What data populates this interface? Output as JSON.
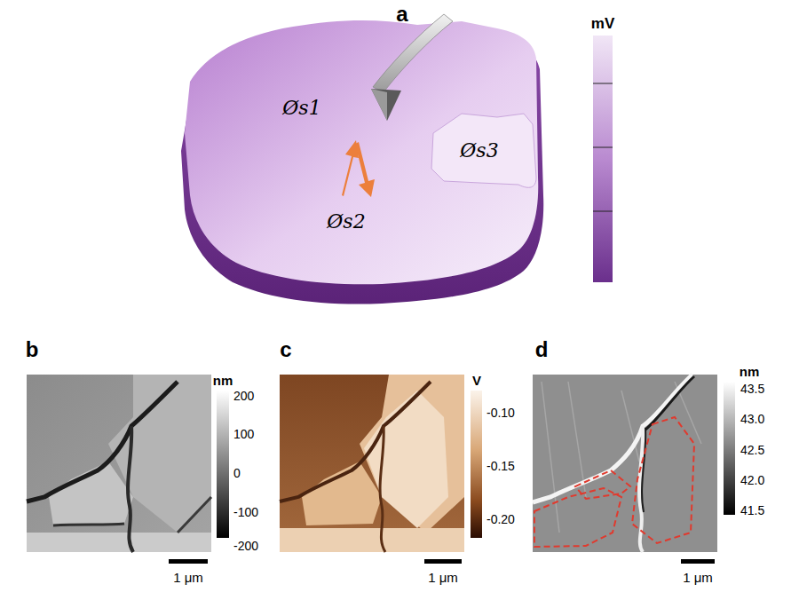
{
  "diagram": {
    "labels": [
      "a",
      "mV",
      "Øs1",
      "Øs2",
      "Øs3",
      "b",
      "nm",
      "200",
      "100",
      "0",
      "-100",
      "-200",
      "1 μm",
      "c",
      "V",
      "-0.10",
      "-0.15",
      "-0.20",
      "1 μm",
      "d",
      "nm",
      "43.5",
      "43.0",
      "42.5",
      "42.0",
      "41.5",
      "1 μm"
    ]
  }
}
